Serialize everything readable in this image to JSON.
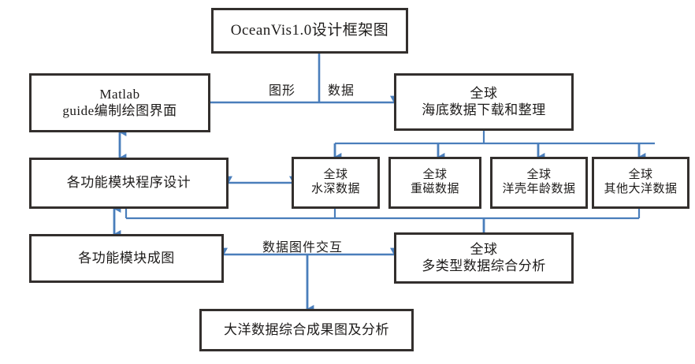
{
  "diagram": {
    "type": "flowchart",
    "title": "OceanVis1.0设计框架图",
    "line_color": "#4a7ebb",
    "box_border_color": "#332f2d",
    "background": "#ffffff",
    "nodes": [
      {
        "id": "title",
        "label": "OceanVis1.0设计框架图"
      },
      {
        "id": "matlab",
        "label": "Matlab\nguide编制绘图界面"
      },
      {
        "id": "seafloor",
        "label": "全球\n海底数据下载和整理"
      },
      {
        "id": "modules",
        "label": "各功能模块程序设计"
      },
      {
        "id": "bathy",
        "label": "全球\n水深数据"
      },
      {
        "id": "gravmag",
        "label": "全球\n重磁数据"
      },
      {
        "id": "crustage",
        "label": "全球\n洋壳年龄数据"
      },
      {
        "id": "otherocean",
        "label": "全球\n其他大洋数据"
      },
      {
        "id": "plots",
        "label": "各功能模块成图"
      },
      {
        "id": "analysis",
        "label": "全球\n多类型数据综合分析"
      },
      {
        "id": "result",
        "label": "大洋数据综合成果图及分析"
      }
    ],
    "edge_labels": [
      {
        "id": "graphics",
        "label": "图形"
      },
      {
        "id": "data",
        "label": "数据"
      },
      {
        "id": "interaction",
        "label": "数据图件交互"
      }
    ]
  }
}
